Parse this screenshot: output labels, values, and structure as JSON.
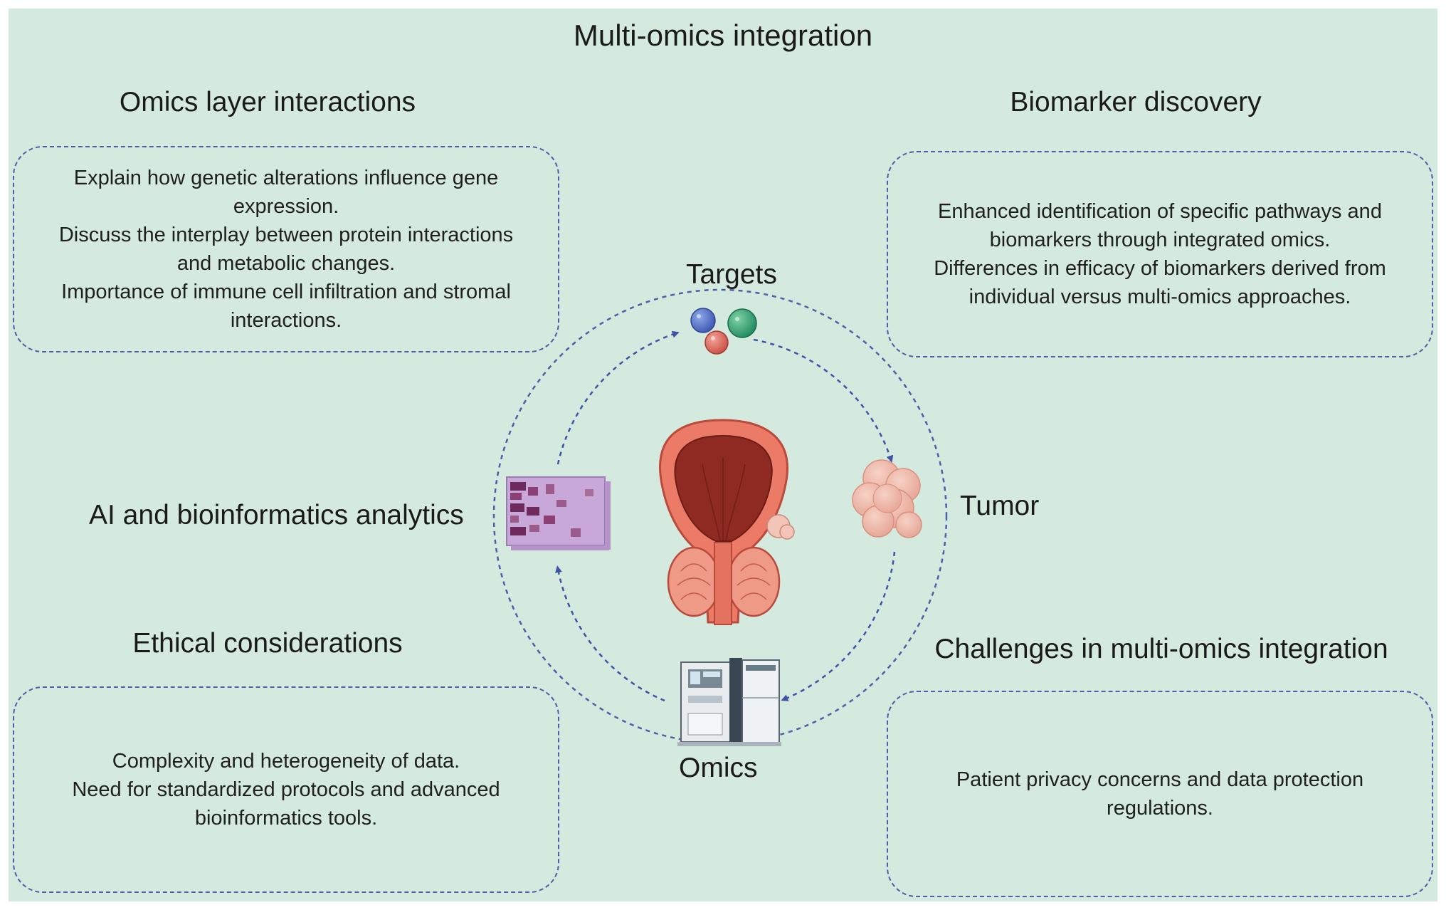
{
  "title": "Multi-omics integration",
  "sections": {
    "top_left": {
      "title": "Omics layer interactions",
      "lines": [
        "Explain how genetic alterations influence  gene",
        "expression.",
        "Discuss the interplay between protein interactions",
        "and metabolic changes.",
        "Importance of immune cell infiltration and stromal",
        "interactions."
      ]
    },
    "top_right": {
      "title": "Biomarker discovery",
      "lines": [
        "Enhanced identification of specific pathways and",
        "biomarkers through integrated omics.",
        "Differences in efficacy of biomarkers derived from",
        "individual versus multi-omics approaches."
      ]
    },
    "bottom_left": {
      "title": "Ethical considerations",
      "lines": [
        "Complexity and heterogeneity of data.",
        "Need for standardized protocols and advanced",
        "bioinformatics tools."
      ]
    },
    "bottom_right": {
      "title": "Challenges in multi-omics integration",
      "lines": [
        "Patient privacy concerns and data protection",
        "regulations."
      ]
    }
  },
  "cycle": {
    "targets": "Targets",
    "tumor": "Tumor",
    "omics": "Omics",
    "analytics": "AI and bioinformatics analytics"
  },
  "colors": {
    "background": "#d5eadf",
    "dashed_border": "#4d5fa8",
    "arrow": "#3d53a8"
  }
}
